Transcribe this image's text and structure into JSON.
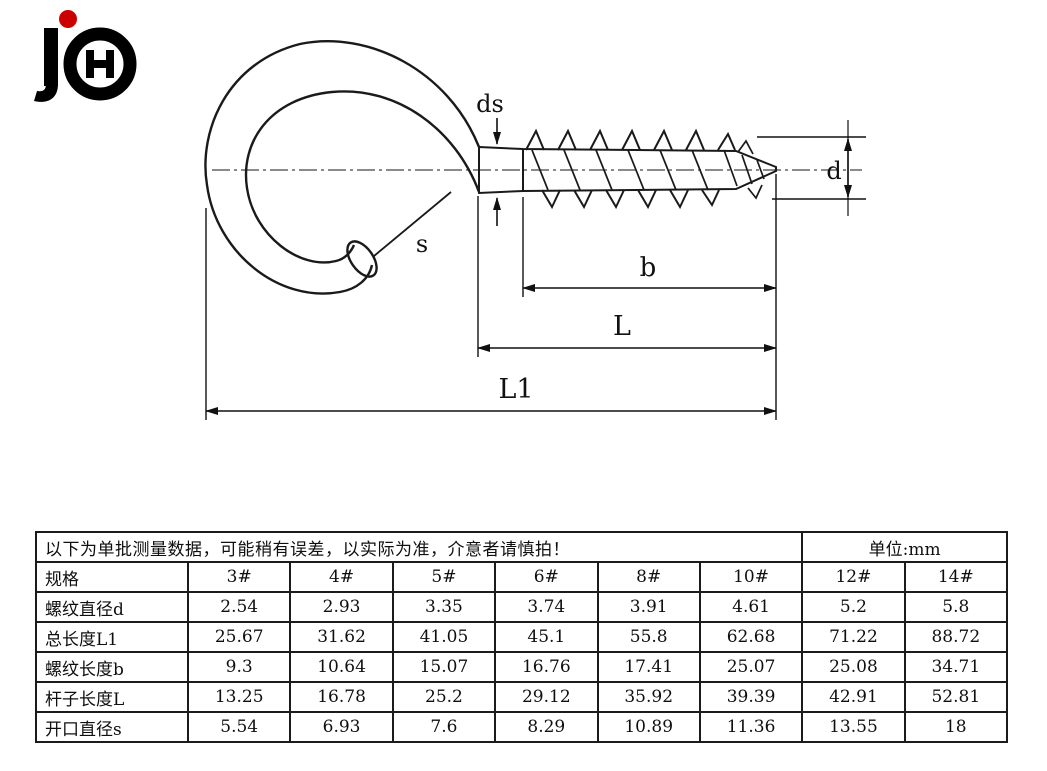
{
  "colors": {
    "background": "#ffffff",
    "line": "#1a1a1a",
    "brand_red": "#cc0000",
    "text": "#111111"
  },
  "brand": {
    "logo_name": "jh-monogram-logo"
  },
  "diagram": {
    "labels": {
      "ds": "ds",
      "d": "d",
      "s": "s",
      "b": "b",
      "L": "L",
      "L1": "L1"
    }
  },
  "table": {
    "notice": "以下为单批测量数据，可能稍有误差，以实际为准，介意者请慎拍！",
    "unit": "单位:mm",
    "columns": [
      "规格",
      "3#",
      "4#",
      "5#",
      "6#",
      "8#",
      "10#",
      "12#",
      "14#"
    ],
    "rows": [
      {
        "label": "螺纹直径d",
        "values": [
          "2.54",
          "2.93",
          "3.35",
          "3.74",
          "3.91",
          "4.61",
          "5.2",
          "5.8"
        ]
      },
      {
        "label": "总长度L1",
        "values": [
          "25.67",
          "31.62",
          "41.05",
          "45.1",
          "55.8",
          "62.68",
          "71.22",
          "88.72"
        ]
      },
      {
        "label": "螺纹长度b",
        "values": [
          "9.3",
          "10.64",
          "15.07",
          "16.76",
          "17.41",
          "25.07",
          "25.08",
          "34.71"
        ]
      },
      {
        "label": "杆子长度L",
        "values": [
          "13.25",
          "16.78",
          "25.2",
          "29.12",
          "35.92",
          "39.39",
          "42.91",
          "52.81"
        ]
      },
      {
        "label": "开口直径s",
        "values": [
          "5.54",
          "6.93",
          "7.6",
          "8.29",
          "10.89",
          "11.36",
          "13.55",
          "18"
        ]
      }
    ]
  }
}
